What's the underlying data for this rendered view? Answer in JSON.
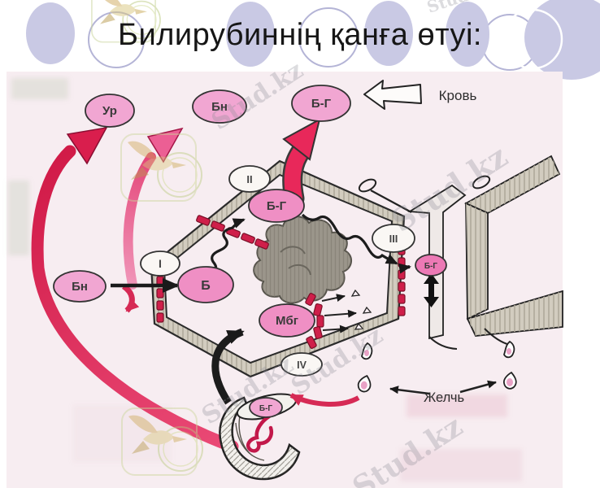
{
  "slide": {
    "title": "Билирубиннің қанға өтуі:"
  },
  "watermark": {
    "text": "Stud.kz"
  },
  "diagram": {
    "blood_label": "Кровь",
    "bile_label": "Желчь",
    "nodes": [
      {
        "id": "ur",
        "label": "Ур"
      },
      {
        "id": "bn-top",
        "label": "Бн"
      },
      {
        "id": "bg-top",
        "label": "Б-Г"
      },
      {
        "id": "stage-ii",
        "label": "II"
      },
      {
        "id": "bg-center",
        "label": "Б-Г"
      },
      {
        "id": "stage-iii",
        "label": "III"
      },
      {
        "id": "bg-membrane",
        "label": "Б-Г"
      },
      {
        "id": "stage-i",
        "label": "I"
      },
      {
        "id": "bn-blood",
        "label": "Бн"
      },
      {
        "id": "b-cell",
        "label": "Б"
      },
      {
        "id": "mbg",
        "label": "Мбг"
      },
      {
        "id": "stage-iv",
        "label": "IV"
      },
      {
        "id": "bg-bile",
        "label": "Б-Г"
      }
    ],
    "colors": {
      "node_pink": "#f1a6d2",
      "node_pink_strong": "#ef8fc4",
      "node_pink_deep": "#ec79b5",
      "node_white": "#faf7f4",
      "membrane_tan": "#d2ccbf",
      "dash_red": "#cf1f4a",
      "arrow_crimson": "#e02b58",
      "arrow_pink": "#ee6f9e",
      "ink": "#1f1f1f",
      "panel_bg": "#f7edf1",
      "decor_lavender": "#c9c9e4",
      "watermark_gray": "#8d8d96"
    }
  }
}
